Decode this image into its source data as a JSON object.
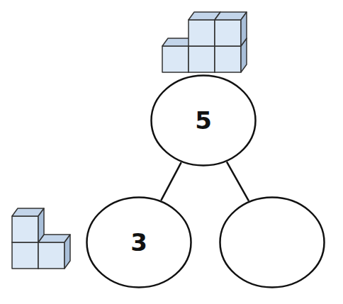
{
  "diagram": {
    "nodes": [
      {
        "text": [
          "5"
        ]
      },
      {
        "text": [
          "3"
        ]
      },
      {
        "text": []
      }
    ],
    "edges": [
      {
        "from": 0,
        "to": 1,
        "arrow": "none"
      },
      {
        "from": 0,
        "to": 2,
        "arrow": "none"
      }
    ]
  }
}
